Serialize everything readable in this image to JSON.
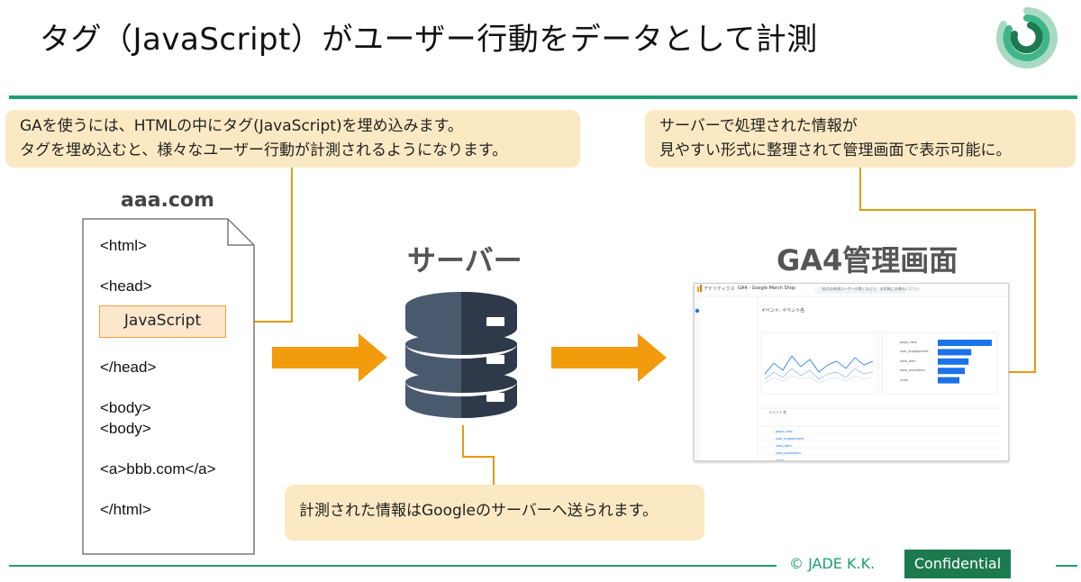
{
  "title": "タグ（JavaScript）がユーザー行動をデータとして計測",
  "callouts": {
    "tag": {
      "line1": "GAを使うには、HTMLの中にタグ(JavaScript)を埋め込みます。",
      "line2": "タグを埋め込むと、様々なユーザー行動が計測されるようになります。"
    },
    "display": {
      "line1": "サーバーで処理された情報が",
      "line2": "見やすい形式に整理されて管理画面で表示可能に。"
    },
    "send": "計測された情報はGoogleのサーバーへ送られます。"
  },
  "file": {
    "label": "aaa.com",
    "lines": [
      "<html>",
      "<head>",
      "</head>",
      "<body>",
      "<body>",
      "<a>bbb.com</a>",
      "</html>"
    ],
    "tag": "JavaScript"
  },
  "server": {
    "label": "サーバー"
  },
  "ga4": {
    "label": "GA4管理画面",
    "app_name": "アナリティクス",
    "property": "GA4 - Google Merch Shop",
    "search_placeholder": "「前月の新規ユーザーの数」などと、お気軽にお尋ねください",
    "page_heading": "イベント: イベント名",
    "table_header": "イベント名",
    "events": [
      "page_view",
      "user_engagement",
      "view_item",
      "view_promotion",
      "scroll"
    ],
    "bar_values": [
      100,
      62,
      57,
      50,
      40
    ]
  },
  "footer": {
    "copyright": "JADE K.K.",
    "confidential": "Confidential"
  },
  "colors": {
    "accent": "#1e9e73",
    "arrow": "#f29b0c",
    "callout_bg": "#fbe9c3",
    "server_left": "#4a5a6e",
    "server_right": "#2e3a4a"
  }
}
